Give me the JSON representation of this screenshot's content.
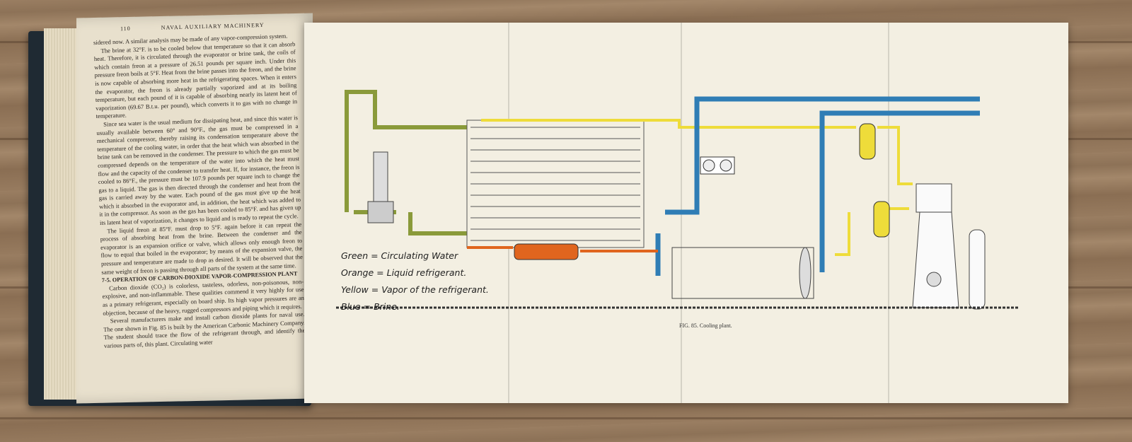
{
  "left_page": {
    "page_number": "110",
    "running_head": "NAVAL AUXILIARY MACHINERY",
    "paragraphs": [
      "sidered now. A similar analysis may be made of any vapor-compression system.",
      "The brine at 32°F. is to be cooled below that temperature so that it can absorb heat. Therefore, it is circulated through the evaporator or brine tank, the coils of which contain freon at a pressure of 26.51 pounds per square inch. Under this pressure freon boils at 5°F. Heat from the brine passes into the freon, and the brine is now capable of absorbing more heat in the refrigerating spaces. When it enters the evaporator, the freon is already partially vaporized and at its boiling temperature, but each pound of it is capable of absorbing nearly its latent heat of vaporization (69.67 B.t.u. per pound), which converts it to gas with no change in temperature.",
      "Since sea water is the usual medium for dissipating heat, and since this water is usually available between 60° and 90°F., the gas must be compressed in a mechanical compressor, thereby raising its condensation temperature above the temperature of the cooling water, in order that the heat which was absorbed in the brine tank can be removed in the condenser. The pressure to which the gas must be compressed depends on the temperature of the water into which the heat must flow and the capacity of the condenser to transfer heat. If, for instance, the freon is cooled to 86°F., the pressure must be 107.9 pounds per square inch to change the gas to a liquid. The gas is then directed through the condenser and heat from the gas is carried away by the water. Each pound of the gas must give up the heat which it absorbed in the evaporator and, in addition, the heat which was added to it in the compressor. As soon as the gas has been cooled to 85°F. and has given up its latent heat of vaporization, it changes to liquid and is ready to repeat the cycle.",
      "The liquid freon at 85°F. must drop to 5°F. again before it can repeat the process of absorbing heat from the brine. Between the condenser and the evaporator is an expansion orifice or valve, which allows only enough freon to flow to equal that boiled in the evaporator; by means of the expansion valve, the pressure and temperature are made to drop as desired. It will be observed that the same weight of freon is passing through all parts of the system at the same time."
    ],
    "section_title": "7-5. OPERATION OF CARBON-DIOXIDE VAPOR-COMPRESSION PLANT",
    "section_paragraphs": [
      "Carbon dioxide (CO₂) is colorless, tasteless, odorless, non-poisonous, non-explosive, and non-inflammable. These qualities commend it very highly for use as a primary refrigerant, especially on board ship. Its high vapor pressures are an objection, because of the heavy, rugged compressors and piping which it requires.",
      "Several manufacturers make and install carbon dioxide plants for naval use. The one shown in Fig. 85 is built by the American Carbonic Machinery Company. The student should trace the flow of the refrigerant through, and identify the various parts of, this plant. Circulating water"
    ]
  },
  "plate": {
    "legend": [
      "Green = Circulating Water",
      "Orange = Liquid refrigerant.",
      "Yellow = Vapor of the refrigerant.",
      "Blue = Brine."
    ],
    "caption": "FIG. 85. Cooling plant.",
    "colors": {
      "green": "#8a9a3a",
      "orange": "#e0651e",
      "yellow": "#eedc3a",
      "blue": "#2f7db5"
    }
  }
}
